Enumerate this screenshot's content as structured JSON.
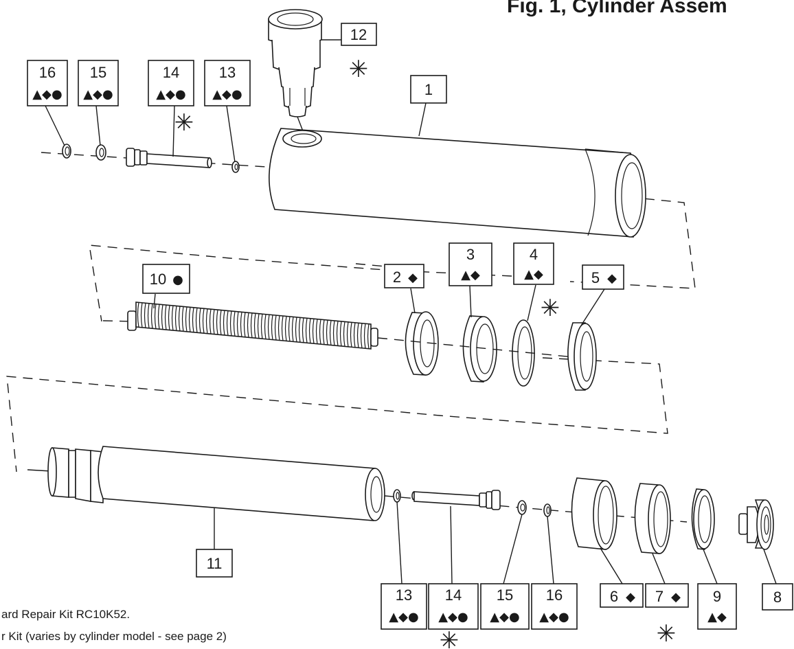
{
  "title": "Fig. 1, Cylinder Assem",
  "labels": {
    "l16a": {
      "num": "16",
      "syms": "▲◆●"
    },
    "l15a": {
      "num": "15",
      "syms": "▲◆●"
    },
    "l14a": {
      "num": "14",
      "syms": "▲◆●"
    },
    "l13a": {
      "num": "13",
      "syms": "▲◆●"
    },
    "l12": {
      "num": "12"
    },
    "l1": {
      "num": "1"
    },
    "l10": {
      "num": "10",
      "syms": "●"
    },
    "l2": {
      "num": "2",
      "syms": "◆"
    },
    "l3": {
      "num": "3",
      "syms": "▲◆"
    },
    "l4": {
      "num": "4",
      "syms": "▲◆"
    },
    "l5": {
      "num": "5",
      "syms": "◆"
    },
    "l11": {
      "num": "11"
    },
    "l13b": {
      "num": "13",
      "syms": "▲◆●"
    },
    "l14b": {
      "num": "14",
      "syms": "▲◆●"
    },
    "l15b": {
      "num": "15",
      "syms": "▲◆●"
    },
    "l16b": {
      "num": "16",
      "syms": "▲◆●"
    },
    "l6": {
      "num": "6",
      "syms": "◆"
    },
    "l7": {
      "num": "7",
      "syms": "◆"
    },
    "l9": {
      "num": "9",
      "syms": "▲◆"
    },
    "l8": {
      "num": "8"
    }
  },
  "star_symbol": "✳",
  "notes": {
    "line1": "ard Repair Kit RC10K52.",
    "line2": "r Kit (varies by cylinder model - see page 2)"
  }
}
